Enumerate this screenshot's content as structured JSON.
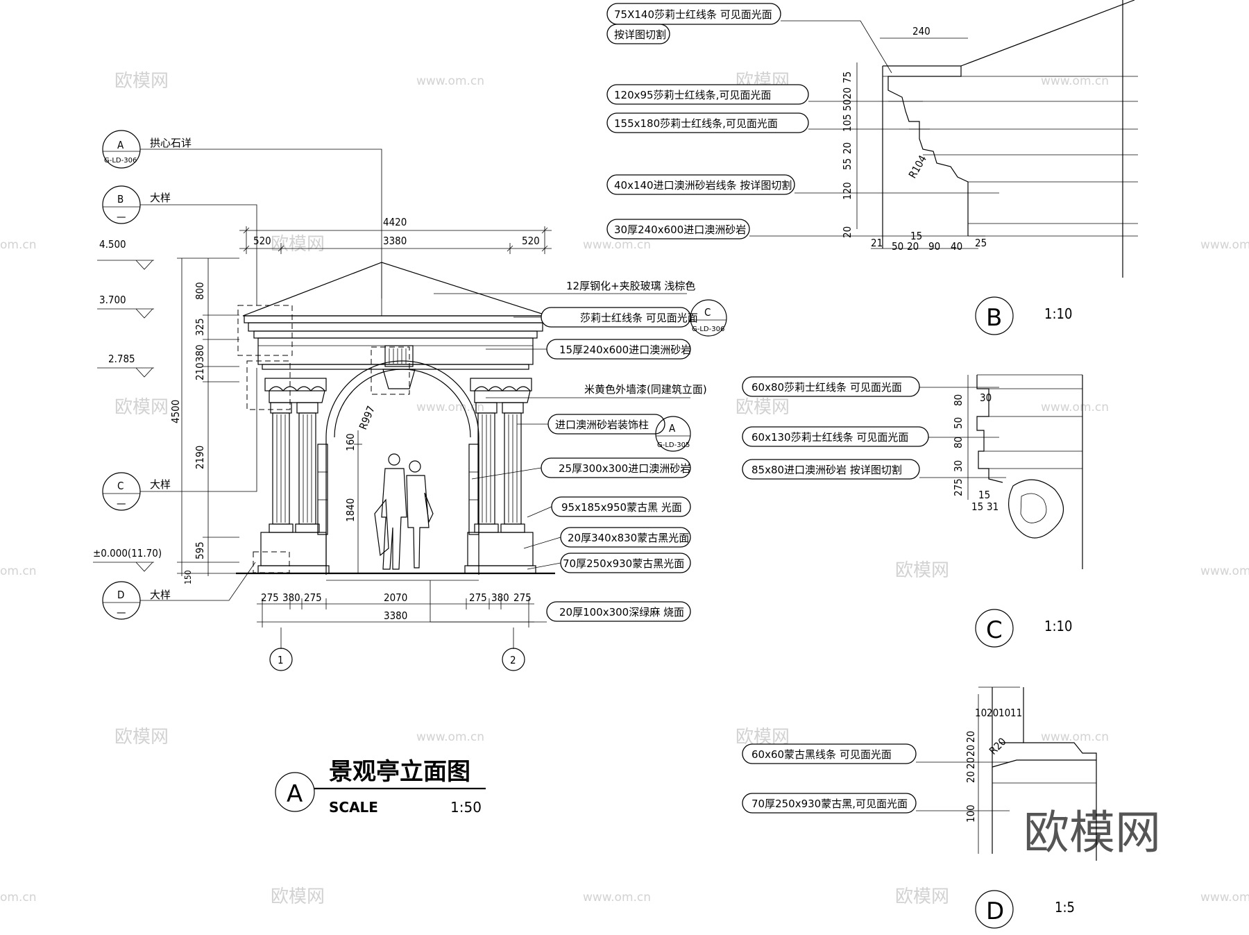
{
  "watermark": {
    "logo": "欧模网",
    "url": "www.om.cn",
    "url_cut": "om.cn"
  },
  "main_title": {
    "letter": "A",
    "title": "景观亭立面图",
    "scale_label": "SCALE",
    "scale": "1:50"
  },
  "elevation": {
    "levels": [
      "4.500",
      "3.700",
      "2.785",
      "±0.000(11.70)"
    ],
    "detail_refs": [
      {
        "letter": "A",
        "sheet": "G-LD-306",
        "label": "拱心石详"
      },
      {
        "letter": "B",
        "sheet": "—",
        "label": "大样"
      },
      {
        "letter": "C",
        "sheet": "—",
        "label": "大样"
      },
      {
        "letter": "D",
        "sheet": "—",
        "label": "大样"
      }
    ],
    "top_dims": [
      "4420",
      "520",
      "3380",
      "520"
    ],
    "left_dims": [
      "800",
      "325",
      "380",
      "210",
      "4500",
      "2190",
      "595",
      "150"
    ],
    "bottom_dims": [
      "275",
      "380",
      "275",
      "2070",
      "275",
      "380",
      "275",
      "3380"
    ],
    "inner_dims": [
      "160",
      "1840"
    ],
    "arch_radius": "R997",
    "axes": [
      "1",
      "2"
    ],
    "notes": [
      "12厚钢化+夹胶玻璃  浅棕色",
      "莎莉士红线条  可见面光面",
      "15厚240x600进口澳洲砂岩",
      "米黄色外墙漆(同建筑立面)",
      "进口澳洲砂岩装饰柱",
      "25厚300x300进口澳洲砂岩",
      "95x185x950蒙古黑  光面",
      "20厚340x830蒙古黑光面",
      "70厚250x930蒙古黑光面",
      "20厚100x300深绿麻  烧面"
    ],
    "side_refs": [
      {
        "letter": "C",
        "sheet": "G-LD-306"
      },
      {
        "letter": "A",
        "sheet": "G-LD-305"
      }
    ]
  },
  "detail_b": {
    "letter": "B",
    "scale": "1:10",
    "notes": [
      "75X140莎莉士红线条  可见面光面",
      "按详图切割",
      "120x95莎莉士红线条,可见面光面",
      "155x180莎莉士红线条,可见面光面",
      "40x140进口澳洲砂岩线条  按详图切割",
      "30厚240x600进口澳洲砂岩"
    ],
    "dims_vertical": [
      "75",
      "20",
      "50",
      "105",
      "20",
      "55",
      "120",
      "20"
    ],
    "dims_horizontal": [
      "240",
      "15",
      "21",
      "50",
      "20",
      "90",
      "40",
      "25"
    ],
    "radius": "R104"
  },
  "detail_c": {
    "letter": "C",
    "scale": "1:10",
    "notes": [
      "60x80莎莉士红线条  可见面光面",
      "60x130莎莉士红线条  可见面光面",
      "85x80进口澳洲砂岩  按详图切割"
    ],
    "dims_vertical": [
      "80",
      "50",
      "80",
      "30",
      "275"
    ],
    "dims_other": [
      "30",
      "15",
      "15",
      "31"
    ]
  },
  "detail_d": {
    "letter": "D",
    "scale": "1:5",
    "notes": [
      "60x60蒙古黑线条  可见面光面",
      "70厚250x930蒙古黑,可见面光面"
    ],
    "dims": [
      "10",
      "20",
      "10",
      "11",
      "20",
      "20",
      "20",
      "20",
      "100"
    ],
    "radius": "R20"
  }
}
